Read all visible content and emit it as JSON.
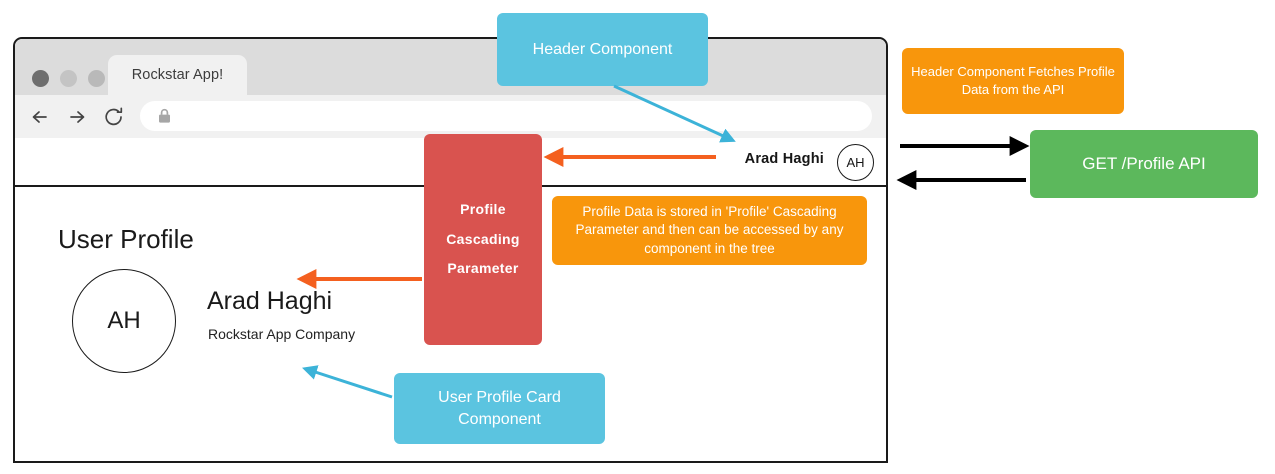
{
  "browser": {
    "tab_title": "Rockstar App!",
    "window_controls": [
      "close",
      "minimize",
      "maximize"
    ],
    "nav": {
      "back_icon": "arrow-left-icon",
      "forward_icon": "arrow-right-icon",
      "reload_icon": "reload-icon"
    },
    "address_bar": {
      "value": "",
      "placeholder": "",
      "lock_icon": "lock-icon"
    }
  },
  "app": {
    "header": {
      "user_name": "Arad Haghi",
      "avatar_initials": "AH"
    },
    "page_title": "User Profile",
    "profile_card": {
      "avatar_initials": "AH",
      "name": "Arad Haghi",
      "company": "Rockstar App Company"
    }
  },
  "annotations": {
    "header_component": "Header Component",
    "user_profile_card": "User Profile Card\nComponent",
    "user_profile_card_line1": "User Profile Card",
    "user_profile_card_line2": "Component",
    "cascading_line1": "Profile",
    "cascading_line2": "Cascading",
    "cascading_line3": "Parameter",
    "profile_data_note": "Profile Data is stored in 'Profile' Cascading Parameter and then can be accessed by any component in the tree",
    "fetch_note": "Header Component Fetches Profile Data from the API",
    "get_api": "GET /Profile API"
  },
  "colors": {
    "blue": "#5bc4e0",
    "orange": "#f8960c",
    "red": "#d9534f",
    "green": "#5cb85c",
    "arrow_orange": "#f4601f",
    "arrow_black": "#000000",
    "chrome_gray": "#dcdcdc",
    "toolbar_gray": "#f1f1f1"
  }
}
